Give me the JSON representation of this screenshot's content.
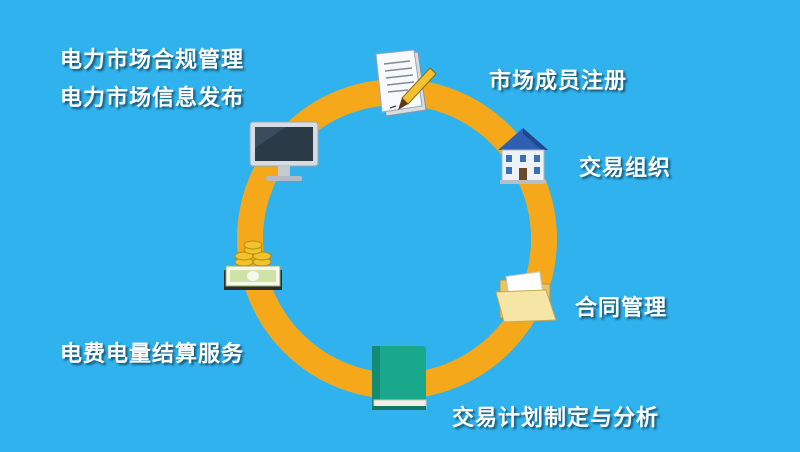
{
  "labels": {
    "compliance": "电力市场合规管理",
    "info_publish": "电力市场信息发布",
    "registration": "市场成员注册",
    "trading_org": "交易组织",
    "contract_mgmt": "合同管理",
    "planning": "交易计划制定与分析",
    "settlement": "电费电量结算服务"
  },
  "colors": {
    "background": "#2fb2ee",
    "ring": "#f5a91a",
    "text": "#ffffff"
  },
  "icons": {
    "registration": "document-pen-icon",
    "trading_org": "building-icon",
    "contract_mgmt": "folder-icon",
    "planning": "book-icon",
    "settlement": "money-stack-icon",
    "info_publish": "monitor-icon"
  }
}
